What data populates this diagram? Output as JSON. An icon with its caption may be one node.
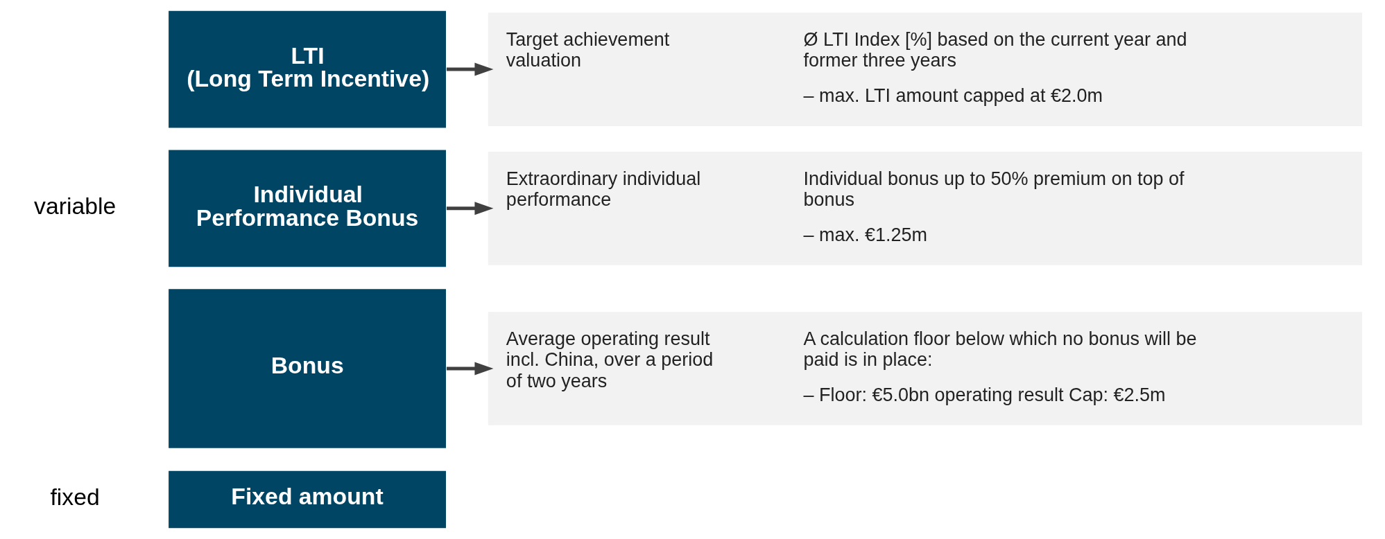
{
  "diagram": {
    "nodes": [
      {
        "text": [
          "LTI (Long Term Incentive)"
        ]
      },
      {
        "text": [
          "Individual Performance Bonus"
        ]
      },
      {
        "text": [
          "Bonus"
        ]
      },
      {
        "text": [
          "Fixed amount"
        ]
      },
      {
        "text": [
          "Target achievement valuation",
          "Ø LTI Index [%] based on the current year and former three years",
          "– max. LTI amount capped at €2.0m"
        ]
      },
      {
        "text": [
          "Extraordinary individual performance",
          "Individual bonus up to 50% premium on top of bonus",
          "– max. €1.25m"
        ]
      },
      {
        "text": [
          "Average operating result incl. China, over a period of two years",
          "A calculation floor below which no bonus will be paid is in place:",
          "– Floor: €5.0bn operating result Cap: €2.5m"
        ]
      }
    ],
    "edges": [
      {
        "from": 0,
        "to": 4,
        "arrow": "to"
      },
      {
        "from": 1,
        "to": 5,
        "arrow": "to"
      },
      {
        "from": 2,
        "to": 6,
        "arrow": "to"
      }
    ],
    "labels": [
      "variable",
      "fixed"
    ]
  }
}
